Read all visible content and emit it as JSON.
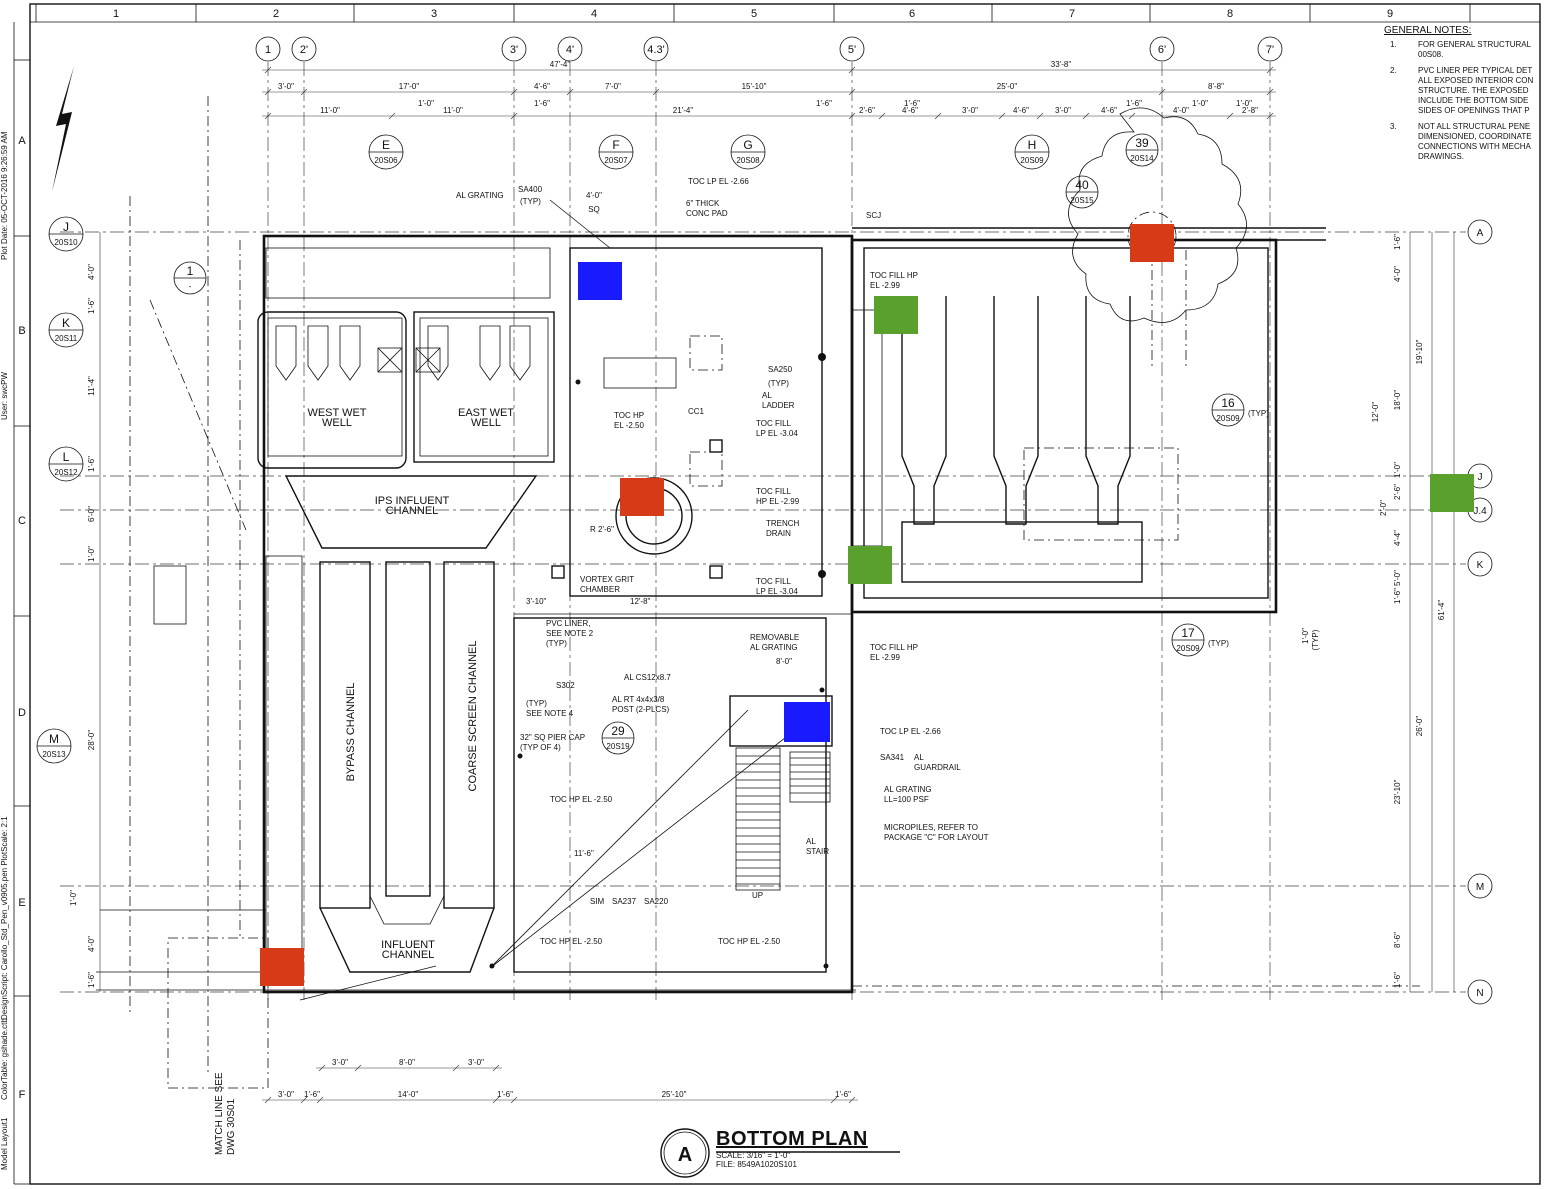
{
  "sheet": {
    "top_columns": [
      "1",
      "2",
      "3",
      "4",
      "5",
      "6",
      "7",
      "8",
      "9"
    ],
    "left_rows": [
      "A",
      "B",
      "C",
      "D",
      "E",
      "F"
    ],
    "sidebar": {
      "plot_date": "Plot Date:  05-OCT-2016   9:26:59 AM",
      "user": "User:  swcPW",
      "design": "DesignScript:  Carollo_Std_Pen_v0905.pen   PlotScale:  2:1",
      "color": "ColorTable:  gshade.ctb",
      "model": "Model   Layout1"
    },
    "match_line": [
      "MATCH LINE SEE",
      "DWG 30S01"
    ]
  },
  "general_notes": {
    "heading": "GENERAL NOTES:",
    "items": [
      {
        "num": "1.",
        "text": "FOR GENERAL STRUCTURAL 00S08."
      },
      {
        "num": "2.",
        "text": "PVC LINER PER TYPICAL DET ALL EXPOSED INTERIOR CON STRUCTURE. THE EXPOSED INCLUDE THE BOTTOM SIDE SIDES OF OPENINGS THAT P"
      },
      {
        "num": "3.",
        "text": "NOT ALL STRUCTURAL PENE DIMENSIONED, COORDINATE CONNECTIONS WITH MECHA DRAWINGS."
      }
    ]
  },
  "gridlines": {
    "columns": [
      "1",
      "2'",
      "3'",
      "4'",
      "4.3'",
      "5'",
      "6'",
      "7'"
    ],
    "rows": [
      "A",
      "J",
      "J.4",
      "K",
      "M",
      "N"
    ]
  },
  "callouts": {
    "sections": [
      {
        "id": "E",
        "sheet": "20S06"
      },
      {
        "id": "F",
        "sheet": "20S07"
      },
      {
        "id": "G",
        "sheet": "20S08"
      },
      {
        "id": "H",
        "sheet": "20S09"
      },
      {
        "id": "J",
        "sheet": "20S10"
      },
      {
        "id": "K",
        "sheet": "20S11"
      },
      {
        "id": "L",
        "sheet": "20S12"
      },
      {
        "id": "M",
        "sheet": "20S13"
      }
    ],
    "details": [
      {
        "id": "39",
        "sheet": "20S14"
      },
      {
        "id": "40",
        "sheet": "20S15"
      },
      {
        "id": "16",
        "sheet": "20S09",
        "typ": "(TYP)"
      },
      {
        "id": "17",
        "sheet": "20S09",
        "typ": "(TYP)"
      },
      {
        "id": "29",
        "sheet": "20S19"
      },
      {
        "id": "1",
        "sheet": "-"
      }
    ]
  },
  "dimensions": {
    "top_overall": [
      "47'-4\"",
      "33'-8\""
    ],
    "top_row2": [
      "3'-0\"",
      "17'-0\"",
      "4'-6\"",
      "7'-0\"",
      "15'-10\"",
      "25'-0\"",
      "8'-8\""
    ],
    "top_row3": [
      "1'-0\"",
      "1'-6\"",
      "1'-6\"",
      "1'-6\"",
      "1'-6\"",
      "1'-0\"",
      "1'-0\""
    ],
    "top_row4": [
      "11'-0\"",
      "11'-0\"",
      "21'-4\"",
      "2'-6\"",
      "4'-6\"",
      "3'-0\"",
      "4'-6\"",
      "3'-0\"",
      "4'-6\"",
      "4'-0\"",
      "2'-8\""
    ],
    "bottom_row1": [
      "3'-0\"",
      "8'-0\"",
      "3'-0\""
    ],
    "bottom_row2": [
      "3'-0\"",
      "1'-6\"",
      "14'-0\"",
      "1'-6\"",
      "25'-10\"",
      "1'-6\""
    ],
    "right_side": [
      "1'-6\"",
      "4'-0\"",
      "19'-10\"",
      "18'-0\"",
      "12'-0\"",
      "1'-0\"",
      "2'-6\"",
      "2'-0\"",
      "4'-4\"",
      "5'-0\"",
      "1'-6\"",
      "61'-4\"",
      "26'-0\"",
      "23'-10\"",
      "8'-6\"",
      "1'-6\"",
      "1'-0\"",
      "(TYP)"
    ],
    "left_side": [
      "4'-0\"",
      "1'-6\"",
      "11'-4\"",
      "1'-6\"",
      "6'-0\"",
      "1'-0\"",
      "28'-0\"",
      "1'-0\"",
      "4'-0\"",
      "1'-6\""
    ]
  },
  "labels": {
    "al_grating": "AL GRATING",
    "sa400": "SA400",
    "typ": "(TYP)",
    "sq_dim": "4'-0\"",
    "sq": "SQ",
    "toc_lp_266_top": "TOC LP EL -2.66",
    "conc_pad": [
      "6\" THICK",
      "CONC PAD"
    ],
    "scj": "SCJ",
    "toc_fill_hp_299a": [
      "TOC FILL HP",
      "EL -2.99"
    ],
    "sa250": "SA250",
    "al_ladder": [
      "AL",
      "LADDER"
    ],
    "toc_hp_250": [
      "TOC HP",
      "EL -2.50"
    ],
    "cc1": "CC1",
    "toc_fill_lp_304": [
      "TOC FILL",
      "LP EL -3.04"
    ],
    "toc_fill_hp_299b": [
      "TOC FILL",
      "HP EL -2.99"
    ],
    "trench_drain": [
      "TRENCH",
      "DRAIN"
    ],
    "toc_fill_lp_304b": [
      "TOC FILL",
      "LP EL -3.04"
    ],
    "vortex": [
      "VORTEX GRIT",
      "CHAMBER"
    ],
    "r_dim": "R 2'-6\"",
    "west_wet_well": [
      "WEST WET",
      "WELL"
    ],
    "east_wet_well": [
      "EAST WET",
      "WELL"
    ],
    "ips_influent": [
      "IPS INFLUENT",
      "CHANNEL"
    ],
    "bypass_channel": "BYPASS CHANNEL",
    "coarse_screen": "COARSE SCREEN CHANNEL",
    "influent_channel": [
      "INFLUENT",
      "CHANNEL"
    ],
    "pvc_liner": [
      "PVC LINER,",
      "SEE NOTE 2",
      "(TYP)"
    ],
    "s302": "S302",
    "see_note_4": [
      "(TYP)",
      "SEE NOTE 4"
    ],
    "al_cs": "AL CS12x8.7",
    "al_rt": [
      "AL RT 4x4x3/8",
      "POST (2-PLCS)"
    ],
    "pier_cap": [
      "32\" SQ PIER CAP",
      "(TYP OF 4)"
    ],
    "removable": [
      "REMOVABLE",
      "AL GRATING"
    ],
    "toc_fill_hp_299c": [
      "TOC FILL HP",
      "EL -2.99"
    ],
    "toc_lp_266_b": "TOC LP EL -2.66",
    "sa341": "SA341",
    "al_guardrail": [
      "AL",
      "GUARDRAIL"
    ],
    "al_grating_ll": [
      "AL GRATING",
      "LL=100 PSF"
    ],
    "micropiles": [
      "MICROPILES, REFER TO",
      "PACKAGE \"C\" FOR LAYOUT"
    ],
    "al_stair": [
      "AL",
      "STAIR"
    ],
    "up": "UP",
    "sim": "SIM",
    "sa237": "SA237",
    "sa220": "SA220",
    "toc_hp_250_b": "TOC HP EL -2.50",
    "toc_hp_250_c": "TOC HP EL -2.50",
    "toc_hp_250_d": "TOC HP EL -2.50",
    "dim_118": "11'-6\"",
    "dim_128": "12'-8\"",
    "dim_310": "3'-10\"",
    "dim_80": "8'-0\""
  },
  "title": {
    "marker": "A",
    "name": "BOTTOM PLAN",
    "scale": "SCALE:  3/16\" = 1'-0\"",
    "file": "FILE:  8549A1020S101"
  },
  "markers": {
    "colors": {
      "blue": "#1a1aff",
      "red": "#d63a16",
      "green": "#5aa02c"
    }
  }
}
